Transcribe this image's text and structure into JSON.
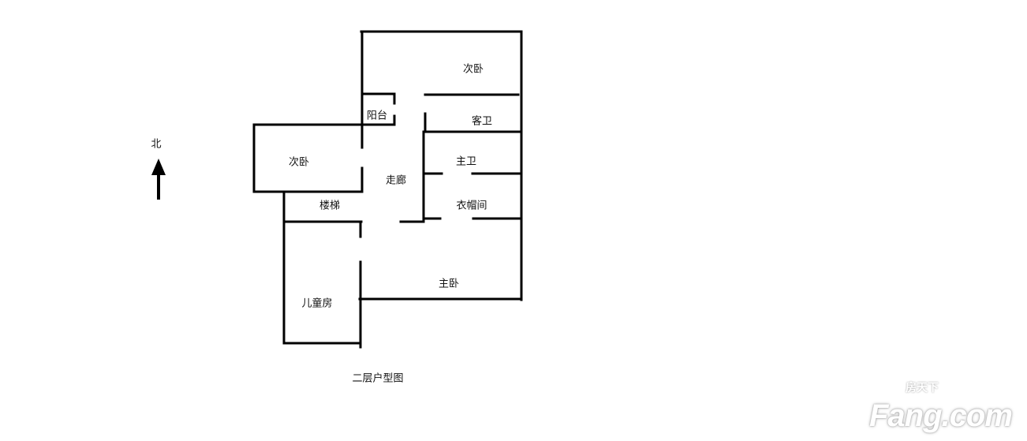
{
  "rooms": {
    "secondary_bedroom_north": "次卧",
    "balcony": "阳台",
    "guest_bathroom": "客卫",
    "secondary_bedroom_west": "次卧",
    "corridor": "走廊",
    "master_bathroom": "主卫",
    "stairs": "楼梯",
    "cloakroom": "衣帽间",
    "master_bedroom": "主卧",
    "children_room": "儿童房"
  },
  "compass": {
    "label": "北"
  },
  "caption": "二层户型图",
  "watermark": {
    "cn": "房天下",
    "brand": "Fang.com"
  },
  "colors": {
    "wall": "#000000",
    "background": "#ffffff"
  }
}
